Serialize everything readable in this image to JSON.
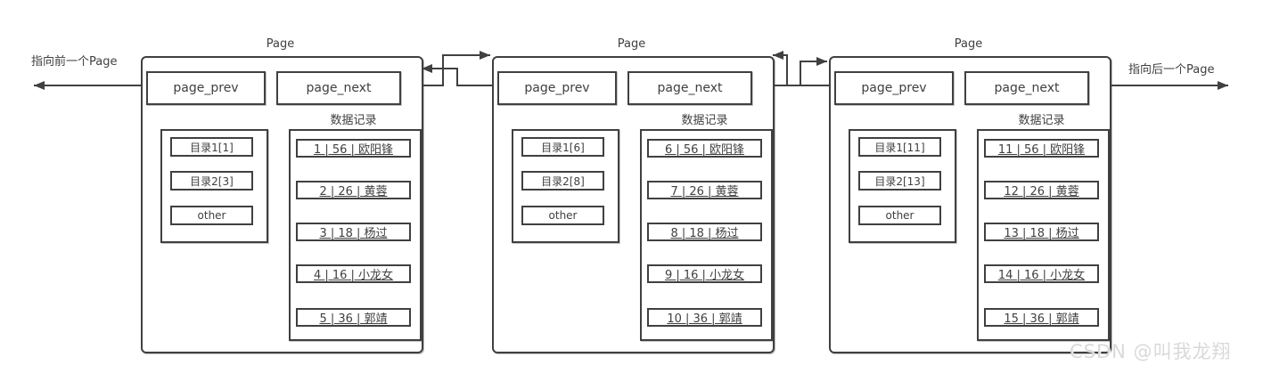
{
  "labels": {
    "prev_pointer": "指向前一个Page",
    "next_pointer": "指向后一个Page"
  },
  "watermark": "CSDN @叫我龙翔",
  "colors": {
    "line": "#404040",
    "box_border": "#404040",
    "watermark": "#d9d9d9",
    "background": "#ffffff"
  },
  "icons": {
    "arrowheads": "solid triangle arrow-icon on all connector line ends"
  },
  "pages": [
    {
      "title": "Page",
      "page_prev_label": "page_prev",
      "page_next_label": "page_next",
      "records_title": "数据记录",
      "directory": [
        "目录1[1]",
        "目录2[3]",
        "other"
      ],
      "records": [
        "1 | 56 | 欧阳锋",
        "2 | 26 | 黄蓉",
        "3 | 18 | 杨过",
        "4 | 16 | 小龙女",
        "5 | 36 | 郭靖"
      ]
    },
    {
      "title": "Page",
      "page_prev_label": "page_prev",
      "page_next_label": "page_next",
      "records_title": "数据记录",
      "directory": [
        "目录1[6]",
        "目录2[8]",
        "other"
      ],
      "records": [
        "6 | 56 | 欧阳锋",
        "7 | 26 | 黄蓉",
        "8 | 18 | 杨过",
        "9 | 16 | 小龙女",
        "10 | 36 | 郭靖"
      ]
    },
    {
      "title": "Page",
      "page_prev_label": "page_prev",
      "page_next_label": "page_next",
      "records_title": "数据记录",
      "directory": [
        "目录1[11]",
        "目录2[13]",
        "other"
      ],
      "records": [
        "11 | 56 | 欧阳锋",
        "12 | 26 | 黄蓉",
        "13 | 18 | 杨过",
        "14 | 16 | 小龙女",
        "15 | 36 | 郭靖"
      ]
    }
  ]
}
